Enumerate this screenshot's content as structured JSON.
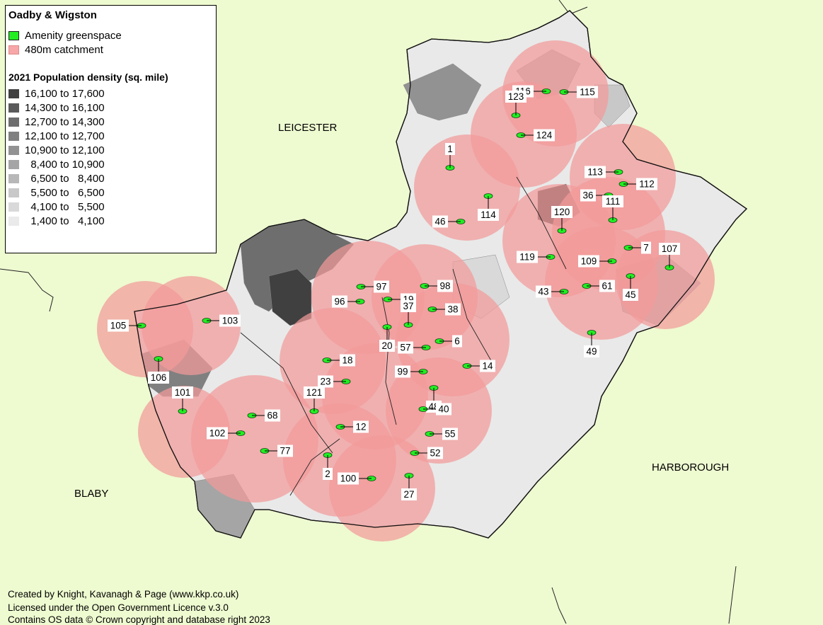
{
  "legend": {
    "title": "Oadby & Wigston",
    "items": [
      {
        "label": "Amenity greenspace",
        "color": "#22ee22"
      },
      {
        "label": "480m catchment",
        "color": "#f7a7a7"
      }
    ],
    "density_title": "2021 Population density (sq. mile)",
    "density_classes": [
      {
        "label": "16,100 to 17,600",
        "color": "#404040"
      },
      {
        "label": "14,300 to 16,100",
        "color": "#5a5a5a"
      },
      {
        "label": "12,700 to 14,300",
        "color": "#6e6e6e"
      },
      {
        "label": "12,100 to 12,700",
        "color": "#808080"
      },
      {
        "label": "10,900 to 12,100",
        "color": "#929292"
      },
      {
        "label": "  8,400 to 10,900",
        "color": "#a5a5a5"
      },
      {
        "label": "  6,500 to   8,400",
        "color": "#b7b7b7"
      },
      {
        "label": "  5,500 to   6,500",
        "color": "#c8c8c8"
      },
      {
        "label": "  4,100 to   5,500",
        "color": "#d9d9d9"
      },
      {
        "label": "  1,400 to   4,100",
        "color": "#eaeaea"
      }
    ]
  },
  "area_labels": {
    "leicester": "LEICESTER",
    "harborough": "HARBOROUGH",
    "blaby": "BLABY"
  },
  "credits": [
    "Created by Knight, Kavanagh & Page (www.kkp.co.uk)",
    "Licensed under the Open Government Licence v.3.0",
    "Contains OS data © Crown copyright and database right 2023"
  ],
  "colors": {
    "background": "#eefad0",
    "borough_fill": "#e9e9e9",
    "catchment": "#f7a7a7",
    "greenspace": "#22ee22"
  },
  "sites": [
    {
      "id": "116"
    },
    {
      "id": "115"
    },
    {
      "id": "123"
    },
    {
      "id": "124"
    },
    {
      "id": "1"
    },
    {
      "id": "114"
    },
    {
      "id": "113"
    },
    {
      "id": "112"
    },
    {
      "id": "36"
    },
    {
      "id": "111"
    },
    {
      "id": "46"
    },
    {
      "id": "120"
    },
    {
      "id": "7"
    },
    {
      "id": "119"
    },
    {
      "id": "109"
    },
    {
      "id": "45"
    },
    {
      "id": "107"
    },
    {
      "id": "43"
    },
    {
      "id": "61"
    },
    {
      "id": "49"
    },
    {
      "id": "97"
    },
    {
      "id": "98"
    },
    {
      "id": "96"
    },
    {
      "id": "19"
    },
    {
      "id": "38"
    },
    {
      "id": "20"
    },
    {
      "id": "37"
    },
    {
      "id": "105"
    },
    {
      "id": "103"
    },
    {
      "id": "57"
    },
    {
      "id": "6"
    },
    {
      "id": "106"
    },
    {
      "id": "18"
    },
    {
      "id": "14"
    },
    {
      "id": "99"
    },
    {
      "id": "23"
    },
    {
      "id": "48"
    },
    {
      "id": "40"
    },
    {
      "id": "101"
    },
    {
      "id": "68"
    },
    {
      "id": "121"
    },
    {
      "id": "12"
    },
    {
      "id": "55"
    },
    {
      "id": "102"
    },
    {
      "id": "77"
    },
    {
      "id": "52"
    },
    {
      "id": "2"
    },
    {
      "id": "27"
    },
    {
      "id": "100"
    }
  ]
}
